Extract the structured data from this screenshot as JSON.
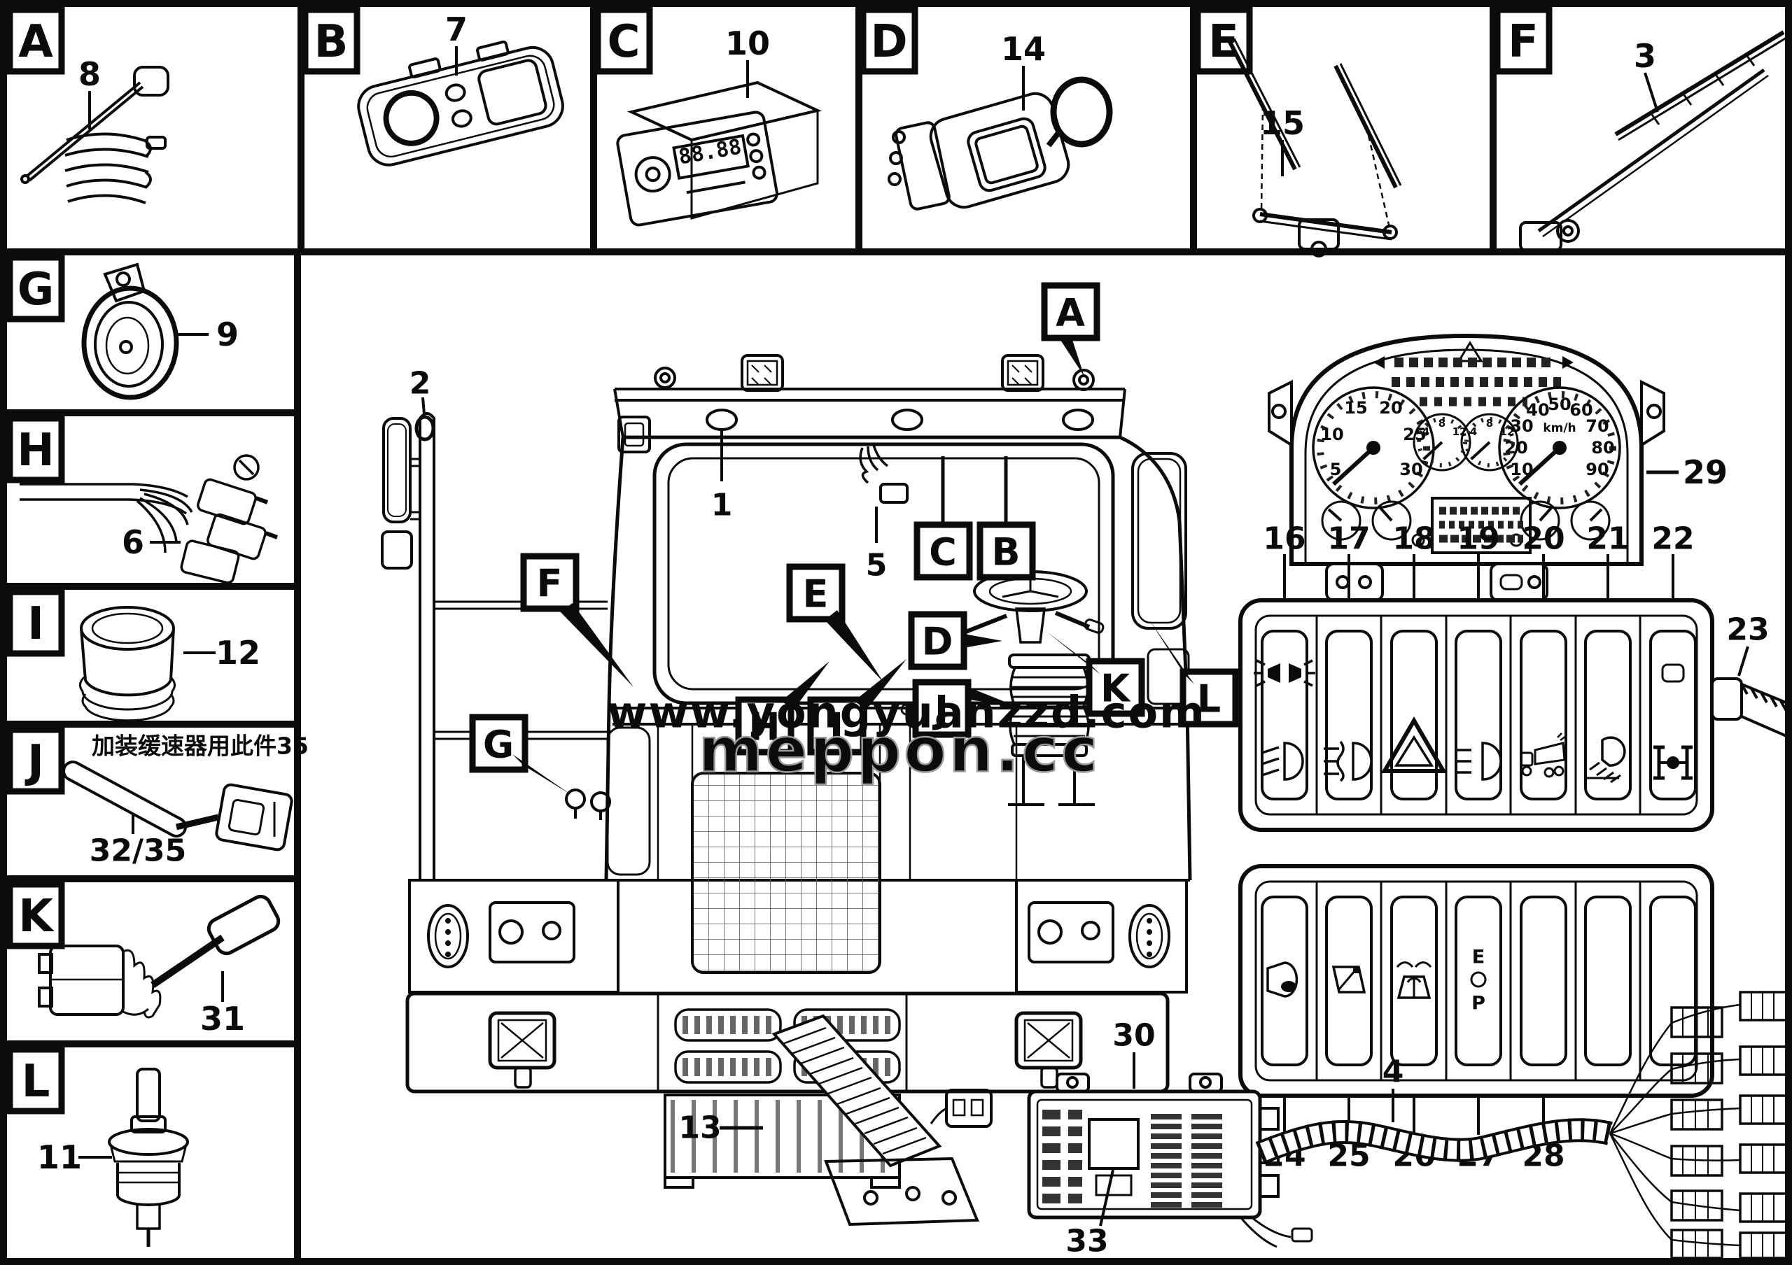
{
  "top_row": [
    {
      "letter": "A",
      "part": "8",
      "item": "antenna"
    },
    {
      "letter": "B",
      "part": "7",
      "item": "roof-control-panel"
    },
    {
      "letter": "C",
      "part": "10",
      "item": "radio"
    },
    {
      "letter": "D",
      "part": "14",
      "item": "ignition-switch-with-key"
    },
    {
      "letter": "E",
      "part": "15",
      "item": "wiper-linkage-with-motor"
    },
    {
      "letter": "F",
      "part": "3",
      "item": "wiper-arm-and-blade"
    }
  ],
  "left_col": [
    {
      "letter": "G",
      "part": "9",
      "item": "horn"
    },
    {
      "letter": "H",
      "part": "6",
      "item": "wiring-harness"
    },
    {
      "letter": "I",
      "part": "12",
      "item": "rubber-cap"
    },
    {
      "letter": "J",
      "part": "32/35",
      "note": "加装缓速器用此件35",
      "item": "retarder-lever"
    },
    {
      "letter": "K",
      "part": "31",
      "item": "combination-switch"
    },
    {
      "letter": "L",
      "part": "11",
      "item": "plunger-switch"
    }
  ],
  "truck": {
    "callout_a": "A",
    "callout_b": "B",
    "callout_c": "C",
    "callout_d": "D",
    "callout_e": "E",
    "callout_f": "F",
    "callout_g": "G",
    "callout_h": "H",
    "callout_i": "I",
    "callout_j": "J",
    "callout_k": "K",
    "callout_l": "L",
    "num_lamp": "1",
    "num_mirror": "2",
    "num_wire": "5"
  },
  "radio": {
    "display": "88.88"
  },
  "cluster": {
    "label": "29",
    "tach": [
      "5",
      "10",
      "15",
      "20",
      "25",
      "30"
    ],
    "speedo": [
      "10",
      "20",
      "30",
      "40",
      "50",
      "60",
      "70",
      "80",
      "90"
    ],
    "speed_unit": "km/h",
    "aux": [
      "4",
      "8",
      "12"
    ]
  },
  "panel_top": {
    "labels": [
      "16",
      "17",
      "18",
      "19",
      "20",
      "21",
      "22"
    ],
    "connector": "23"
  },
  "panel_bottom": {
    "labels": [
      "24",
      "25",
      "26",
      "27",
      "28"
    ],
    "eop": [
      "E",
      "O",
      "P"
    ]
  },
  "bottom_parts": {
    "pedal": "13",
    "fuse_box": "30",
    "relay": "33",
    "harness": "4"
  },
  "watermark": {
    "line1": "www.yongyuanzzd.com",
    "line2": "meppon.cc",
    "accent": "#2d79c1",
    "gray": "#9a9a9a"
  }
}
